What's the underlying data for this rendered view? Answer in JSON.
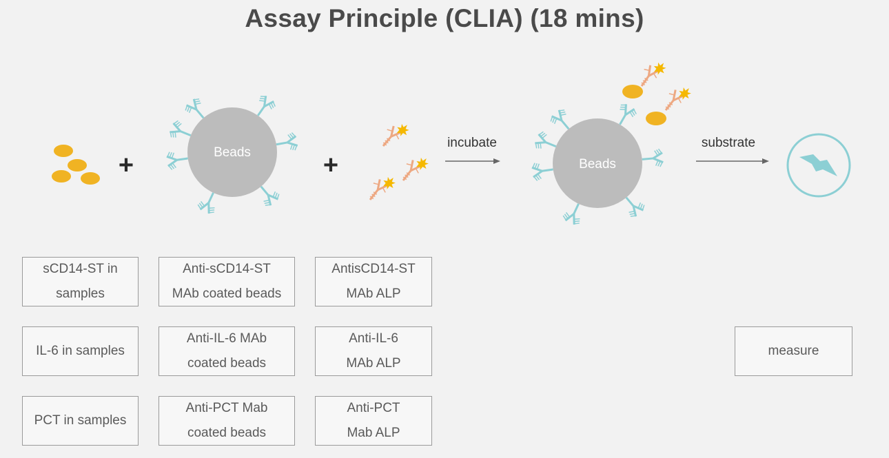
{
  "title": "Assay Principle (CLIA) (18 mins)",
  "diagram": {
    "plus_1": "+",
    "plus_2": "+",
    "bead_label_1": "Beads",
    "bead_label_2": "Beads",
    "arrow_1_label": "incubate",
    "arrow_2_label": "substrate",
    "colors": {
      "antigen": "#f0b323",
      "capture_antibody": "#8ccfd4",
      "detection_antibody": "#eda882",
      "star": "#f5b800",
      "bead": "#bcbcbc",
      "signal": "#8ccfd4"
    }
  },
  "boxes": {
    "r1c1": "sCD14-ST in\nsamples",
    "r1c2": "Anti-sCD14-ST\nMAb coated beads",
    "r1c3": "AntisCD14-ST\nMAb ALP",
    "r2c1": "IL-6 in samples",
    "r2c2": "Anti-IL-6 MAb\ncoated beads",
    "r2c3": "Anti-IL-6\nMAb ALP",
    "r2c4": "measure",
    "r3c1": "PCT in samples",
    "r3c2": "Anti-PCT Mab\ncoated beads",
    "r3c3": "Anti-PCT\nMab ALP"
  }
}
